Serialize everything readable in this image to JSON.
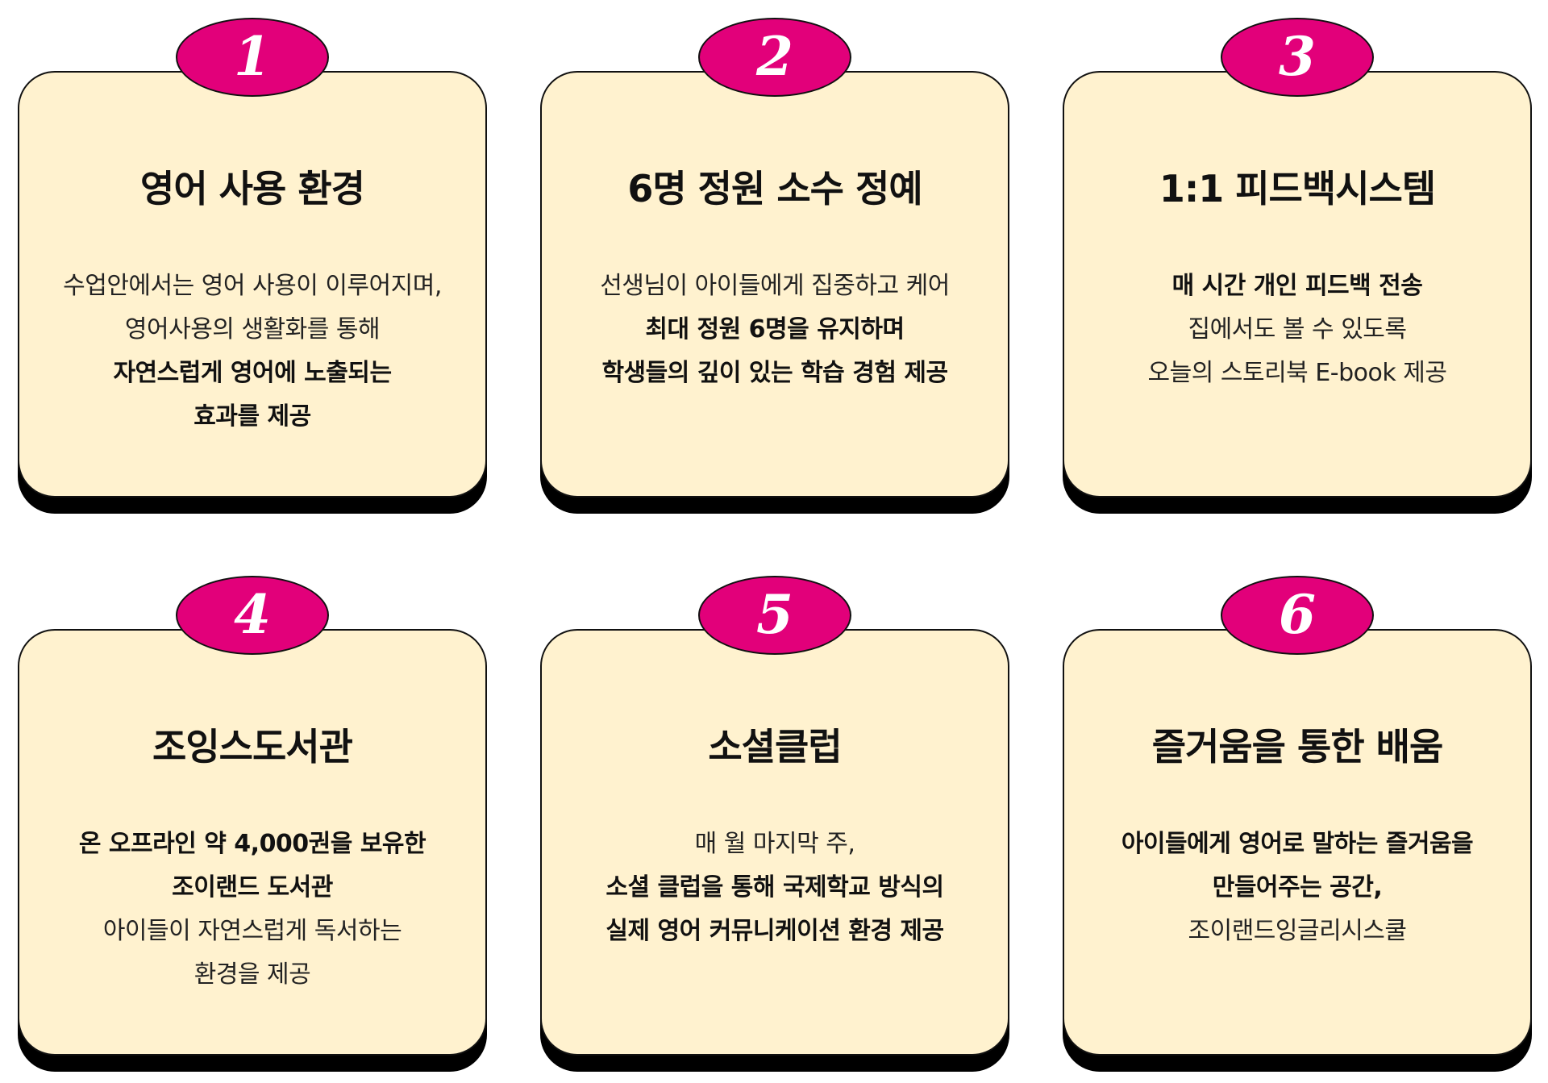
{
  "colors": {
    "card_bg": "#fff2cf",
    "badge_bg": "#e2007a",
    "shadow": "#000000",
    "text": "#111111"
  },
  "cards": [
    {
      "number": "1",
      "title": "영어 사용 환경",
      "lines": [
        {
          "text": "수업안에서는 영어 사용이 이루어지며,",
          "bold": false
        },
        {
          "text": "영어사용의 생활화를 통해",
          "bold": false
        },
        {
          "text": "자연스럽게 영어에 노출되는",
          "bold": true
        },
        {
          "text": "효과를 제공",
          "bold": true
        }
      ]
    },
    {
      "number": "2",
      "title": "6명 정원 소수 정예",
      "lines": [
        {
          "text": "선생님이 아이들에게 집중하고 케어",
          "bold": false
        },
        {
          "text": "최대 정원 6명을 유지하며",
          "bold": true
        },
        {
          "text": "학생들의 깊이 있는 학습 경험 제공",
          "bold": true
        }
      ]
    },
    {
      "number": "3",
      "title": "1:1 피드백시스템",
      "lines": [
        {
          "text": "매 시간 개인 피드백 전송",
          "bold": true
        },
        {
          "text": "집에서도 볼 수 있도록",
          "bold": false
        },
        {
          "text": "오늘의 스토리북 E-book 제공",
          "bold": false
        }
      ]
    },
    {
      "number": "4",
      "title": "조잉스도서관",
      "lines": [
        {
          "text": "온 오프라인 약 4,000권을 보유한",
          "bold": true
        },
        {
          "text": "조이랜드 도서관",
          "bold": true
        },
        {
          "text": "아이들이 자연스럽게 독서하는",
          "bold": false
        },
        {
          "text": "환경을 제공",
          "bold": false
        }
      ]
    },
    {
      "number": "5",
      "title": "소셜클럽",
      "lines": [
        {
          "text": "매 월 마지막 주,",
          "bold": false
        },
        {
          "text": "소셜 클럽을 통해  국제학교 방식의",
          "bold": true
        },
        {
          "text": "실제 영어 커뮤니케이션 환경 제공",
          "bold": true
        }
      ]
    },
    {
      "number": "6",
      "title": "즐거움을 통한 배움",
      "lines": [
        {
          "text": "아이들에게 영어로 말하는 즐거움을",
          "bold": true
        },
        {
          "text": "만들어주는 공간,",
          "bold": true
        },
        {
          "text": "조이랜드잉글리시스쿨",
          "bold": false
        }
      ]
    }
  ]
}
